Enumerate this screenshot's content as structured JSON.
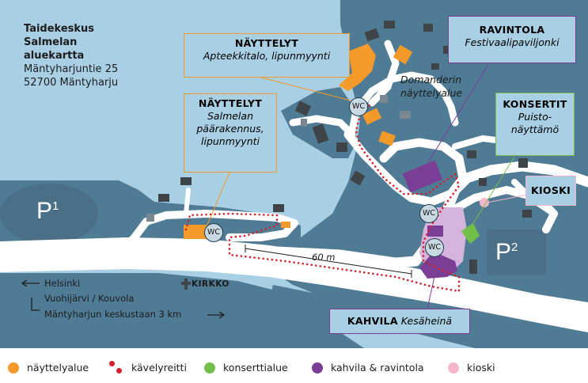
{
  "map_title": {
    "line1": "Taidekeskus",
    "line2": "Salmelan",
    "line3": "aluekartta",
    "address1": "Mäntyharjuntie 25",
    "address2": "52700 Mäntyharju"
  },
  "callouts": {
    "nayttelyt_apteekki": {
      "heading": "NÄYTTELYT",
      "text": "Apteekkitalo, lipunmyynti"
    },
    "nayttelyt_paa": {
      "heading": "NÄYTTELYT",
      "text1": "Salmelan",
      "text2": "päärakennus,",
      "text3": "lipunmyynti"
    },
    "ravintola": {
      "heading": "RAVINTOLA",
      "text": "Festivaalipaviljonki"
    },
    "konsertit": {
      "heading": "KONSERTIT",
      "text1": "Puisto-",
      "text2": "näyttämö"
    },
    "kioski": {
      "heading": "KIOSKI"
    },
    "kahvila": {
      "heading": "KAHVILA",
      "text": "Kesäheinä"
    }
  },
  "area_label": {
    "line1": "Domanderin",
    "line2": "näyttelyalue"
  },
  "parking": {
    "p1": "P",
    "p1_sup": "1",
    "p2": "P",
    "p2_sup": "2"
  },
  "wc_label": "WC",
  "church_label": "KIRKKO",
  "distance_label": "60 m",
  "directions": {
    "left": "Helsinki",
    "left2": "Vuohijärvi / Kouvola",
    "right": "Mäntyharjun keskustaan 3 km"
  },
  "legend": [
    {
      "label": "näyttelyalue",
      "color": "#f39a2a"
    },
    {
      "label": "kävelyreitti",
      "color": "#d3202a"
    },
    {
      "label": "konserttialue",
      "color": "#72c04a"
    },
    {
      "label": "kahvila & ravintola",
      "color": "#7b3e95"
    },
    {
      "label": "kioski",
      "color": "#f4b6cb"
    }
  ],
  "colors": {
    "water": "#a9cfe4",
    "land": "#4f7b95",
    "road": "#ffffff",
    "building": "#3f4448",
    "exhibition": "#f39a2a",
    "cafe": "#7b3e95",
    "concert": "#72c04a",
    "kiosk": "#f4b6cb",
    "lilac_area": "#d4b4dd",
    "walk_route": "#d3202a"
  }
}
